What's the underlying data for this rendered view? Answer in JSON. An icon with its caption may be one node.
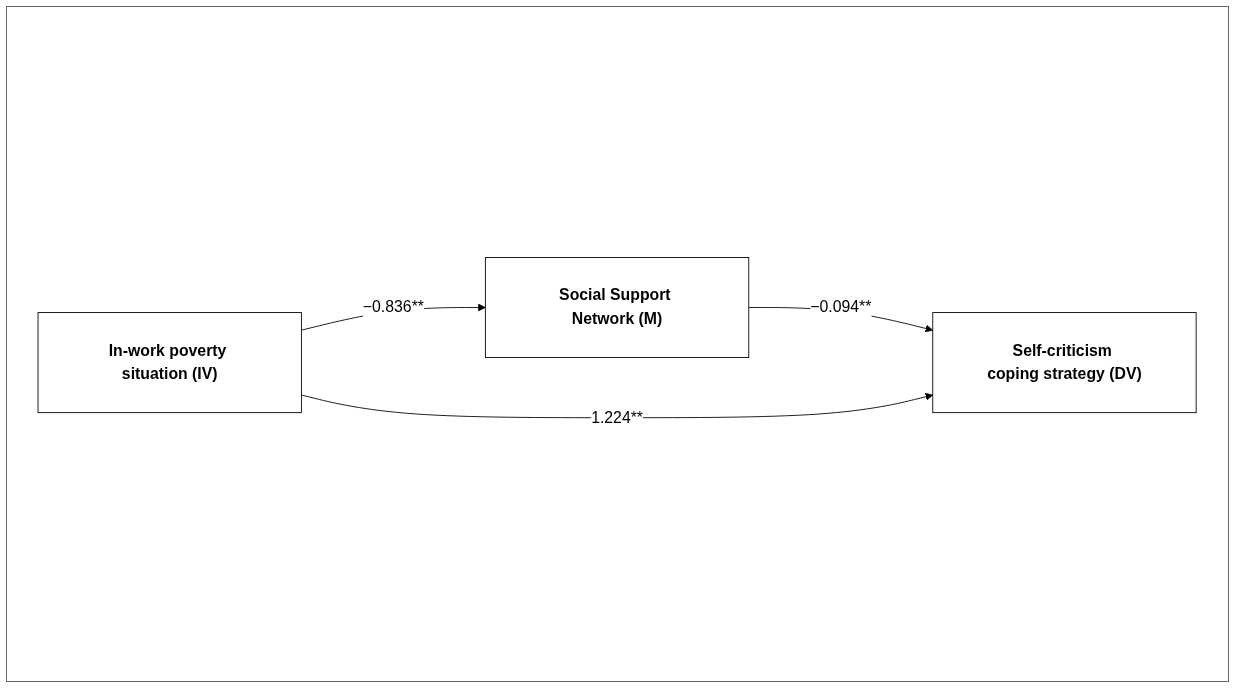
{
  "diagram": {
    "nodes": [
      {
        "text": [
          "Social Support Network (M)"
        ]
      },
      {
        "text": [
          "In-work poverty situation (IV)"
        ]
      },
      {
        "text": [
          "Self-criticism coping strategy (DV)"
        ]
      }
    ],
    "edges": [
      {
        "from": 1,
        "to": 0,
        "arrow": "to",
        "label": "−0.836**"
      },
      {
        "from": 0,
        "to": 2,
        "arrow": "to",
        "label": "−0.094**"
      },
      {
        "from": 1,
        "to": 2,
        "arrow": "to",
        "label": "1.224**"
      }
    ]
  }
}
